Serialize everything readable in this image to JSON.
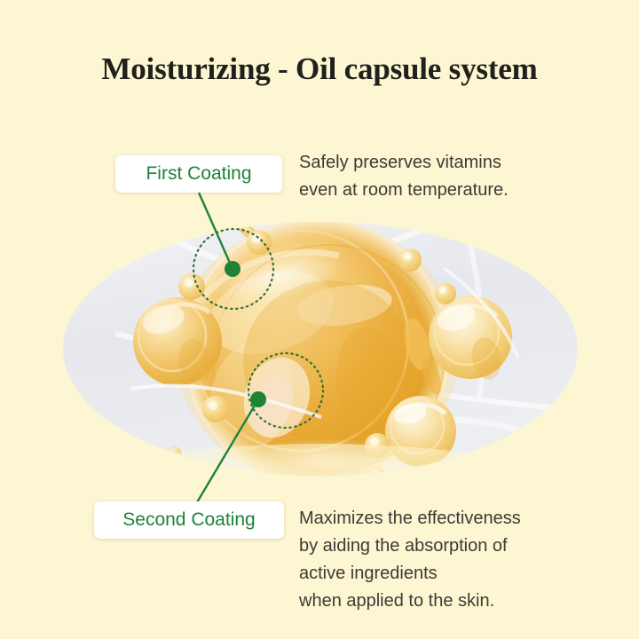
{
  "page": {
    "title": "Moisturizing - Oil capsule system",
    "background_color": "#FDF6D2",
    "accent_green": "#1E8237",
    "text_color": "#3B3B35",
    "title_color": "#20201C"
  },
  "callouts": [
    {
      "id": "first-coating",
      "label": "First Coating",
      "marker_color": "#1E8237",
      "description_lines": [
        "Safely preserves vitamins",
        "even at room temperature."
      ]
    },
    {
      "id": "second-coating",
      "label": "Second Coating",
      "marker_color": "#1E8237",
      "description_lines": [
        "Maximizes the effectiveness",
        "by aiding the absorption of",
        "active ingredients",
        "when applied to the skin."
      ]
    }
  ],
  "illustration": {
    "name": "oil-capsule-photo",
    "shape": "ellipse",
    "backdrop_color": "#EAECEF",
    "oil_color_light": "#F7DF9E",
    "oil_color_mid": "#EFBE54",
    "oil_color_deep": "#DE9C22",
    "highlight_color": "#FDF3D8"
  }
}
